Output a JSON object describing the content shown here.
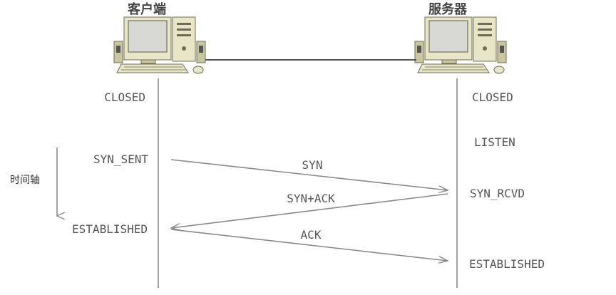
{
  "client": {
    "title": "客户端",
    "states": [
      "CLOSED",
      "SYN_SENT",
      "ESTABLISHED"
    ]
  },
  "server": {
    "title": "服务器",
    "states": [
      "CLOSED",
      "LISTEN",
      "SYN_RCVD",
      "ESTABLISHED"
    ]
  },
  "time_axis": {
    "label": "时间轴"
  },
  "messages": [
    {
      "label": "SYN",
      "from": "client",
      "to": "server"
    },
    {
      "label": "SYN+ACK",
      "from": "server",
      "to": "client"
    },
    {
      "label": "ACK",
      "from": "client",
      "to": "server"
    }
  ],
  "colors": {
    "line": "#8a8a8a",
    "text": "#555555",
    "computer": "#e8e6c6"
  },
  "icons": [
    "computer-icon",
    "computer-icon"
  ]
}
